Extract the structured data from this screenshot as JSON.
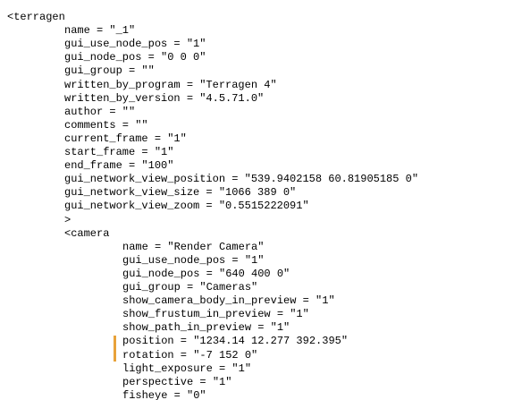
{
  "editor": {
    "marker_color": "#e8a23a",
    "lines": [
      {
        "text": "<terragen",
        "indent": 0
      },
      {
        "text": "name = \"_1\"",
        "indent": 1
      },
      {
        "text": "gui_use_node_pos = \"1\"",
        "indent": 1
      },
      {
        "text": "gui_node_pos = \"0 0 0\"",
        "indent": 1
      },
      {
        "text": "gui_group = \"\"",
        "indent": 1
      },
      {
        "text": "written_by_program = \"Terragen 4\"",
        "indent": 1
      },
      {
        "text": "written_by_version = \"4.5.71.0\"",
        "indent": 1
      },
      {
        "text": "author = \"\"",
        "indent": 1
      },
      {
        "text": "comments = \"\"",
        "indent": 1
      },
      {
        "text": "current_frame = \"1\"",
        "indent": 1
      },
      {
        "text": "start_frame = \"1\"",
        "indent": 1
      },
      {
        "text": "end_frame = \"100\"",
        "indent": 1
      },
      {
        "text": "gui_network_view_position = \"539.9402158 60.81905185 0\"",
        "indent": 1
      },
      {
        "text": "gui_network_view_size = \"1066 389 0\"",
        "indent": 1
      },
      {
        "text": "gui_network_view_zoom = \"0.5515222091\"",
        "indent": 1
      },
      {
        "text": ">",
        "indent": 1
      },
      {
        "text": "<camera",
        "indent": 1
      },
      {
        "text": "name = \"Render Camera\"",
        "indent": 2
      },
      {
        "text": "gui_use_node_pos = \"1\"",
        "indent": 2
      },
      {
        "text": "gui_node_pos = \"640 400 0\"",
        "indent": 2
      },
      {
        "text": "gui_group = \"Cameras\"",
        "indent": 2
      },
      {
        "text": "show_camera_body_in_preview = \"1\"",
        "indent": 2
      },
      {
        "text": "show_frustum_in_preview = \"1\"",
        "indent": 2
      },
      {
        "text": "show_path_in_preview = \"1\"",
        "indent": 2
      },
      {
        "text": "position = \"1234.14 12.277 392.395\"",
        "indent": 2,
        "marked": true
      },
      {
        "text": "rotation = \"-7 152 0\"",
        "indent": 2,
        "marked": true
      },
      {
        "text": "light_exposure = \"1\"",
        "indent": 2
      },
      {
        "text": "perspective = \"1\"",
        "indent": 2
      },
      {
        "text": "fisheye = \"0\"",
        "indent": 2
      }
    ]
  }
}
